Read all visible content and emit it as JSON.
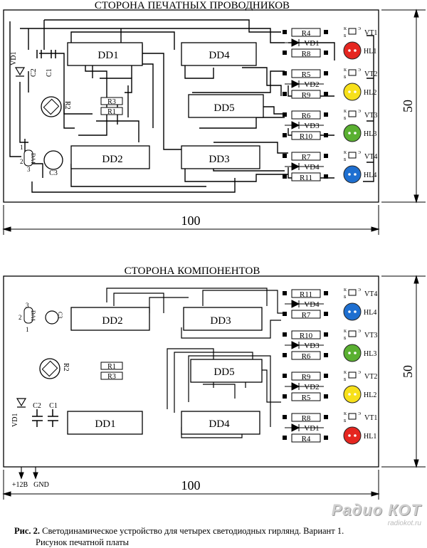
{
  "top_board": {
    "title": "СТОРОНА ПЕЧАТНЫХ ПРОВОДНИКОВ",
    "ic_labels": [
      "DD1",
      "DD2",
      "DD3",
      "DD4",
      "DD5"
    ],
    "left_labels": {
      "vd1": "VD1",
      "c2": "C2",
      "c1": "C1",
      "c3": "C3",
      "da1": "DA1",
      "pin1": "1",
      "pin2": "2",
      "pin3": "3",
      "r2": "R2",
      "r3": "R3",
      "r1": "R1"
    },
    "channels": [
      {
        "r_top": "R4",
        "vd": "VD1",
        "r_bot": "R8",
        "vt": "VT1",
        "hl": "HL1",
        "color": "#e52620"
      },
      {
        "r_top": "R5",
        "vd": "VD2",
        "r_bot": "R9",
        "vt": "VT2",
        "hl": "HL2",
        "color": "#f7e01a"
      },
      {
        "r_top": "R6",
        "vd": "VD3",
        "r_bot": "R10",
        "vt": "VT3",
        "hl": "HL3",
        "color": "#5ab031"
      },
      {
        "r_top": "R7",
        "vd": "VD4",
        "r_bot": "R11",
        "vt": "VT4",
        "hl": "HL4",
        "color": "#1e6fd0"
      }
    ],
    "dim_width": "100",
    "dim_height": "50"
  },
  "bottom_board": {
    "title": "СТОРОНА КОМПОНЕНТОВ",
    "ic_labels": [
      "DD2",
      "DD3",
      "DD5",
      "DD1",
      "DD4"
    ],
    "left_labels": {
      "vd1": "VD1",
      "c2": "C2",
      "c1": "C1",
      "c3": "C3",
      "da1": "DA1",
      "pin1": "1",
      "pin2": "2",
      "pin3": "3",
      "r2": "R2",
      "r1": "R1",
      "r3": "R3"
    },
    "channels": [
      {
        "r_top": "R11",
        "vd": "VD4",
        "r_bot": "R7",
        "vt": "VT4",
        "hl": "HL4",
        "color": "#1e6fd0"
      },
      {
        "r_top": "R10",
        "vd": "VD3",
        "r_bot": "R6",
        "vt": "VT3",
        "hl": "HL3",
        "color": "#5ab031"
      },
      {
        "r_top": "R9",
        "vd": "VD2",
        "r_bot": "R5",
        "vt": "VT2",
        "hl": "HL2",
        "color": "#f7e01a"
      },
      {
        "r_top": "R8",
        "vd": "VD1",
        "r_bot": "R4",
        "vt": "VT1",
        "hl": "HL1",
        "color": "#e52620"
      }
    ],
    "power_plus": "+12В",
    "power_gnd": "GND",
    "dim_width": "100",
    "dim_height": "50"
  },
  "transistor_pins": {
    "k": "К",
    "e": "Э",
    "b": "Б"
  },
  "caption": {
    "bold": "Рис. 2.",
    "text": "Светодинамическое устройство для четырех светодиодных гирлянд. Вариант 1.",
    "line2": "Рисунок  печатной платы"
  },
  "watermark": {
    "big": "Радио КОТ",
    "small": "radiokot.ru"
  }
}
